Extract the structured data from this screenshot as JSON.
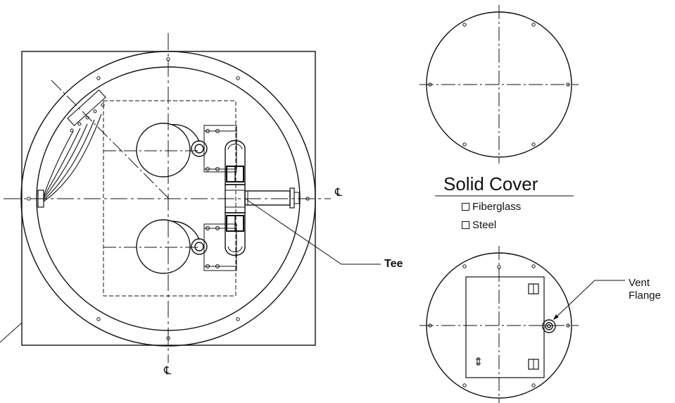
{
  "labels": {
    "solid_cover_title": "Solid Cover",
    "option_fiberglass": "Fiberglass",
    "option_steel": "Steel",
    "tee": "Tee",
    "vent_flange_line1": "Vent",
    "vent_flange_line2": "Flange",
    "centerline_symbol": "℄"
  },
  "colors": {
    "line": "#111111",
    "background": "#ffffff"
  }
}
